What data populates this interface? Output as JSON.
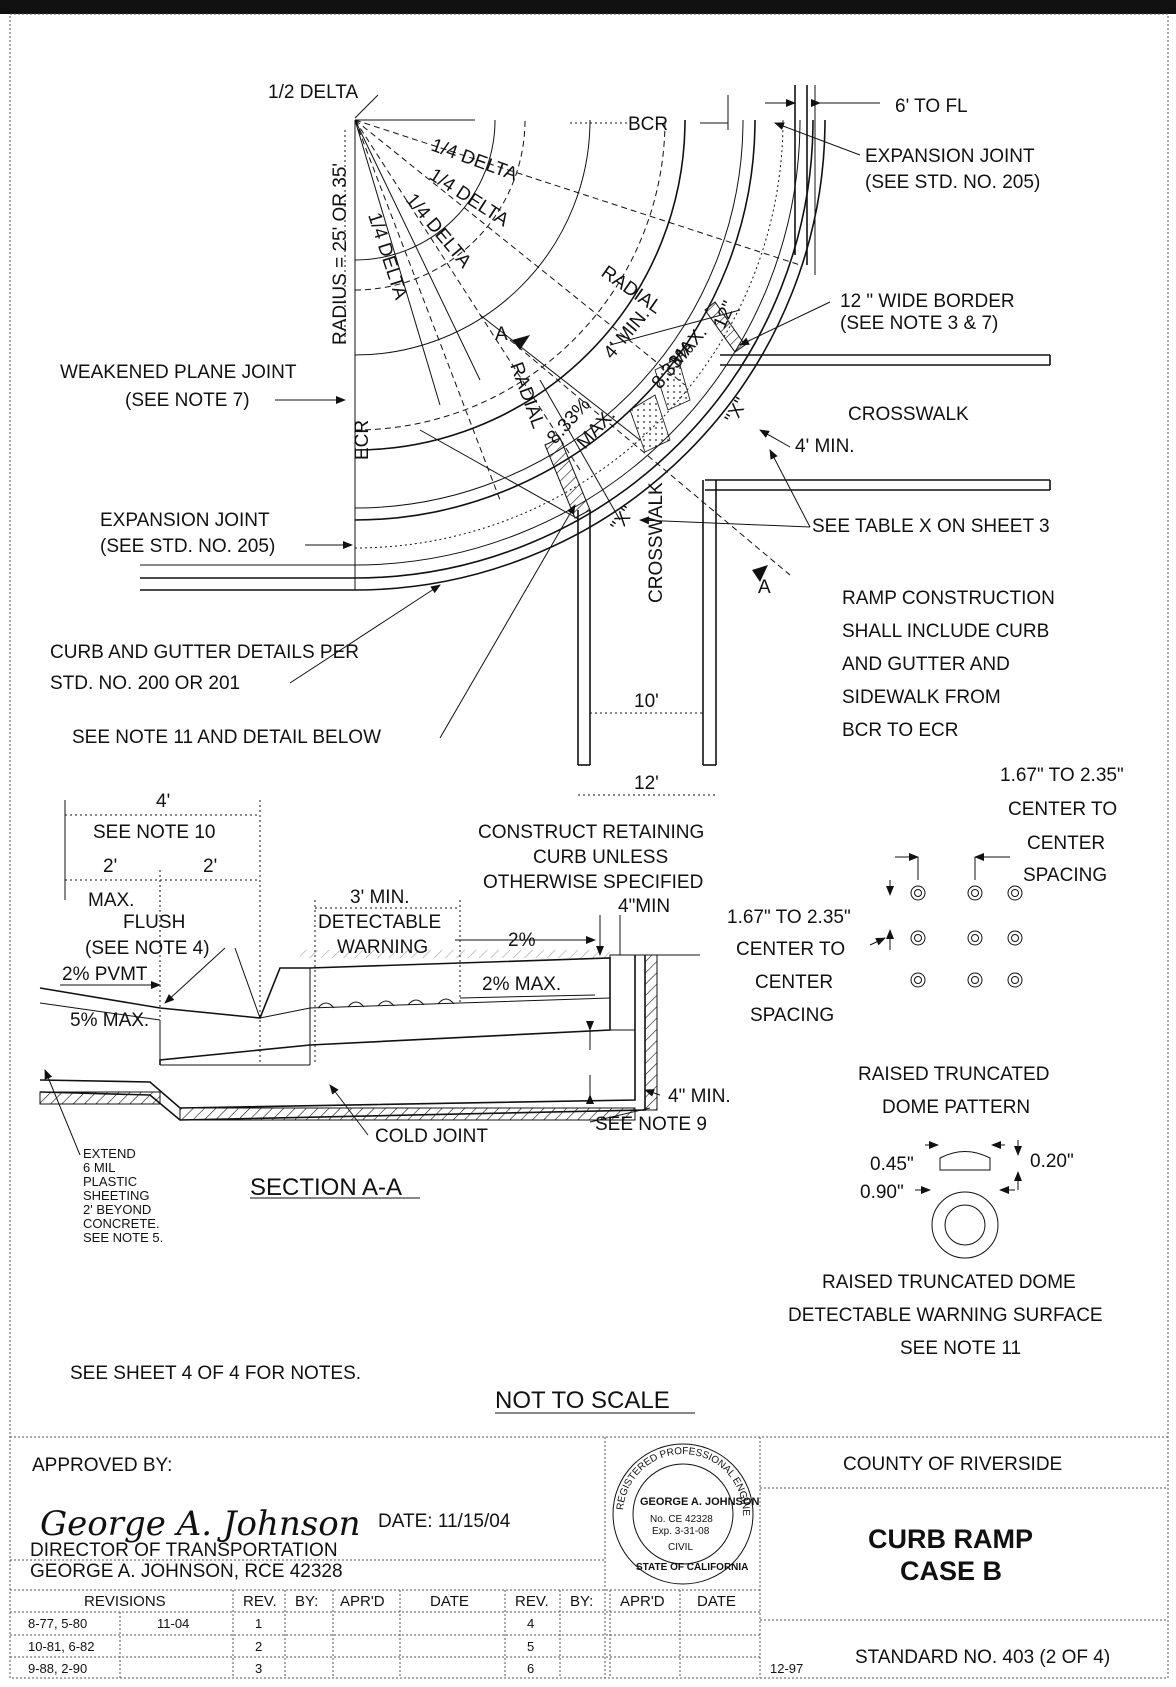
{
  "plan": {
    "half_delta": "1/2 DELTA",
    "quarter_delta": "1/4 DELTA",
    "radius": "RADIUS = 25' OR 35'",
    "bcr": "BCR",
    "ecr": "ECR",
    "to_fl": "6' TO FL",
    "expansion_joint": "EXPANSION JOINT",
    "see_std_205": "(SEE STD. NO. 205)",
    "border": "12 \" WIDE BORDER",
    "see_note_3_7": "(SEE NOTE 3 & 7)",
    "radial": "RADIAL",
    "four_min": "4' MIN.",
    "slope": "8.33%",
    "max": "MAX.",
    "twelve_in": "12\"",
    "a_mark": "A",
    "weakened_joint": "WEAKENED PLANE JOINT",
    "see_note_7": "(SEE NOTE 7)",
    "crosswalk": "CROSSWALK",
    "x_mark": "\"X\"",
    "see_table_x": "SEE TABLE X ON SHEET 3",
    "curb_gutter_1": "CURB AND GUTTER DETAILS PER",
    "curb_gutter_2": "STD. NO. 200 OR 201",
    "see_note_11": "SEE NOTE 11 AND DETAIL BELOW",
    "ten_ft": "10'",
    "twelve_ft": "12'",
    "ramp_note": [
      "RAMP CONSTRUCTION",
      "SHALL INCLUDE CURB",
      "AND GUTTER AND",
      "SIDEWALK FROM",
      "BCR TO ECR"
    ]
  },
  "section": {
    "four_ft": "4'",
    "see_note_10": "SEE NOTE 10",
    "two_ft": "2'",
    "max": "MAX.",
    "flush": "FLUSH",
    "see_note_4": "(SEE NOTE 4)",
    "pvmt": "2% PVMT",
    "five_max": "5% MAX.",
    "three_min": "3' MIN.",
    "detectable": "DETECTABLE",
    "warning": "WARNING",
    "two_pct": "2%",
    "two_max": "2% MAX.",
    "retaining": [
      "CONSTRUCT RETAINING",
      "CURB UNLESS",
      "OTHERWISE SPECIFIED"
    ],
    "four_in_min": "4\"MIN",
    "four_in_min2": "4\" MIN.",
    "see_note_9": "SEE NOTE 9",
    "cold_joint": "COLD JOINT",
    "extend": [
      "EXTEND",
      "6 MIL",
      "PLASTIC",
      "SHEETING",
      "2' BEYOND",
      "CONCRETE.",
      "SEE NOTE 5."
    ],
    "title": "SECTION A-A"
  },
  "dome": {
    "spacing_top": [
      "1.67\" TO 2.35\"",
      "CENTER TO",
      "CENTER",
      "SPACING"
    ],
    "spacing_left": [
      "1.67\" TO 2.35\"",
      "CENTER TO",
      "CENTER",
      "SPACING"
    ],
    "pattern_title": [
      "RAISED TRUNCATED",
      "DOME PATTERN"
    ],
    "d045": "0.45\"",
    "d020": "0.20\"",
    "d090": "0.90\"",
    "surface_title": [
      "RAISED TRUNCATED DOME",
      "DETECTABLE WARNING SURFACE",
      "SEE NOTE 11"
    ]
  },
  "notes_ref": "SEE SHEET 4 OF 4 FOR NOTES.",
  "not_to_scale": "NOT TO SCALE",
  "title_block": {
    "approved_by": "APPROVED BY:",
    "signature": "George A. Johnson",
    "date": "DATE:  11/15/04",
    "director": "DIRECTOR OF TRANSPORTATION",
    "name": "GEORGE A. JOHNSON, RCE 42328",
    "county": "COUNTY OF RIVERSIDE",
    "title1": "CURB RAMP",
    "title2": "CASE B",
    "std": "STANDARD NO. 403 (2 OF 4)",
    "code": "12-97",
    "seal": {
      "ring": "REGISTERED PROFESSIONAL ENGINEER",
      "name": "GEORGE A. JOHNSON",
      "no": "No. CE 42328",
      "exp": "Exp. 3-31-08",
      "civil": "CIVIL",
      "state": "STATE OF CALIFORNIA"
    },
    "revisions_header": "REVISIONS",
    "rev_headers": [
      "REV.",
      "BY:",
      "APR'D",
      "DATE"
    ],
    "rev_history": [
      [
        "8-77, 5-80",
        "11-04"
      ],
      [
        "10-81, 6-82",
        ""
      ],
      [
        "9-88, 2-90",
        ""
      ]
    ],
    "rev_numbers_a": [
      "1",
      "2",
      "3"
    ],
    "rev_numbers_b": [
      "4",
      "5",
      "6"
    ]
  }
}
